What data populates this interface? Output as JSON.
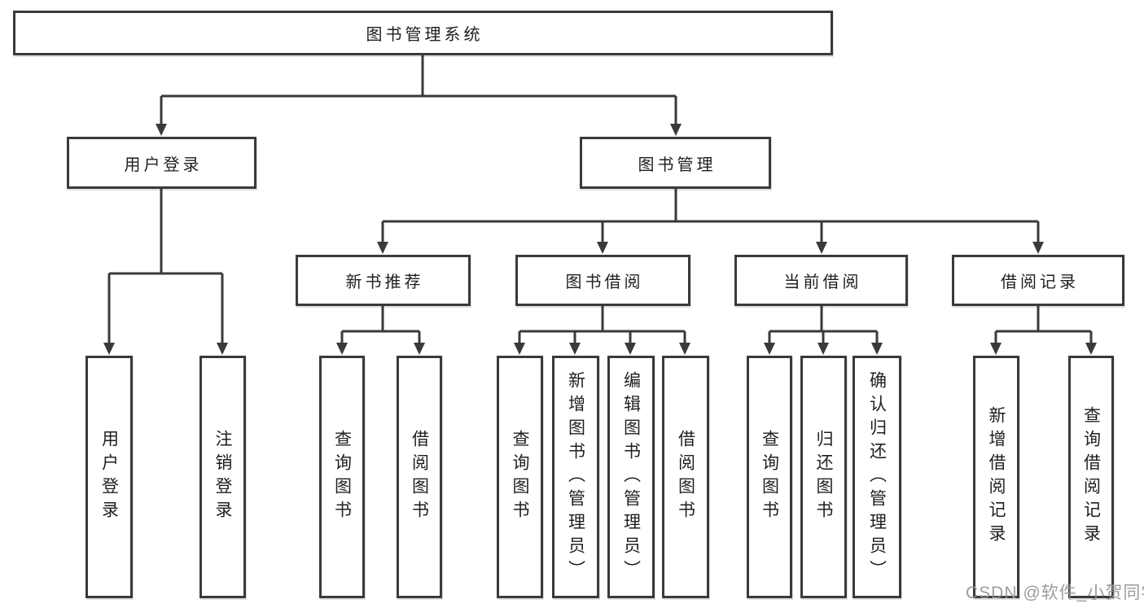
{
  "tree": {
    "label": "图书管理系统",
    "children": [
      {
        "label": "用户登录",
        "children": [
          {
            "label": "用户登录"
          },
          {
            "label": "注销登录"
          }
        ]
      },
      {
        "label": "图书管理",
        "children": [
          {
            "label": "新书推荐",
            "children": [
              {
                "label": "查询图书"
              },
              {
                "label": "借阅图书"
              }
            ]
          },
          {
            "label": "图书借阅",
            "children": [
              {
                "label": "查询图书"
              },
              {
                "label": "新增图书（管理员）"
              },
              {
                "label": "编辑图书（管理员）"
              },
              {
                "label": "借阅图书"
              }
            ]
          },
          {
            "label": "当前借阅",
            "children": [
              {
                "label": "查询图书"
              },
              {
                "label": "归还图书"
              },
              {
                "label": "确认归还（管理员）"
              }
            ]
          },
          {
            "label": "借阅记录",
            "children": [
              {
                "label": "新增借阅记录"
              },
              {
                "label": "查询借阅记录"
              }
            ]
          }
        ]
      }
    ]
  },
  "watermark": "CSDN @软件_小贺同学",
  "colors": {
    "line": "#3a3a3a",
    "text": "#1f1f1f",
    "watermark": "#949494",
    "background": "#ffffff"
  }
}
